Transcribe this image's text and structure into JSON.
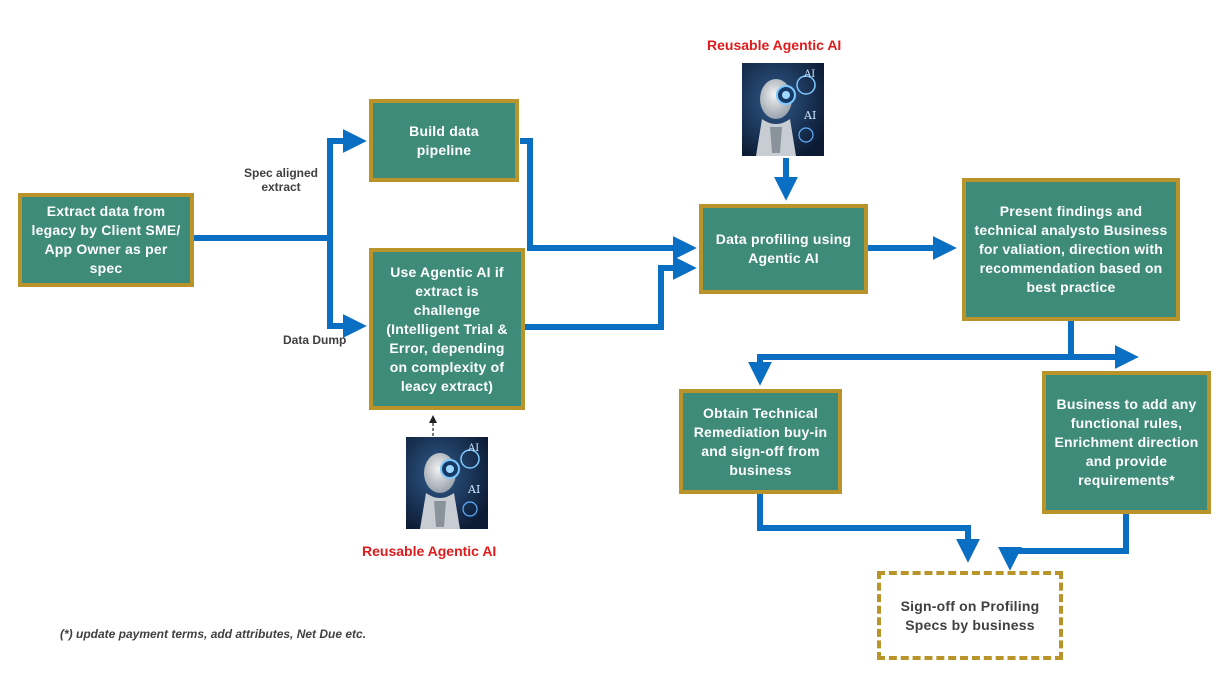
{
  "boxes": {
    "extract": "Extract data from legacy by Client SME/ App Owner  as per spec",
    "build": "Build data pipeline",
    "agentic": "Use Agentic AI if extract is challenge (Intelligent Trial & Error, depending on complexity of leacy extract)",
    "profiling": "Data profiling using Agentic AI",
    "present": "Present findings and technical analysto Business for valiation, direction with recommendation based on best practice",
    "remediation": "Obtain Technical Remediation buy-in and sign-off from business",
    "business": "Business to add any functional rules, Enrichment direction and provide requirements*",
    "signoff": "Sign-off on Profiling Specs by business"
  },
  "labels": {
    "spec_aligned": "Spec aligned extract",
    "data_dump": "Data Dump",
    "reusable_top": "Reusable Agentic AI",
    "reusable_bottom": "Reusable Agentic AI"
  },
  "footnote": "(*) update payment terms, add attributes, Net Due etc.",
  "colors": {
    "box_fill": "#3d8b78",
    "box_border": "#b8942a",
    "arrow": "#0a6fc2",
    "accent_red": "#e01b1b"
  },
  "icons": [
    "robot-ai-image-top",
    "robot-ai-image-bottom"
  ]
}
